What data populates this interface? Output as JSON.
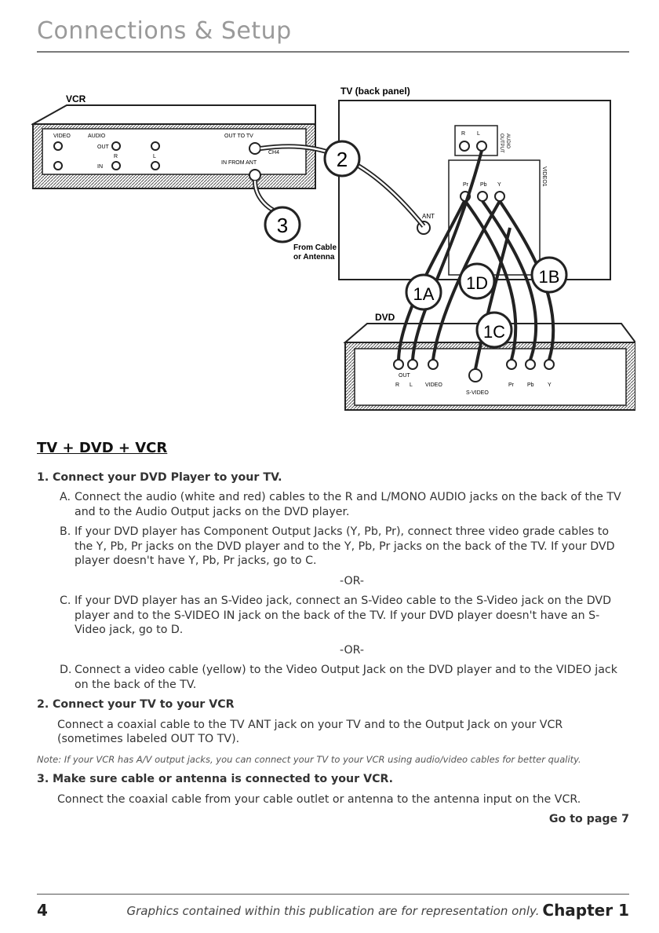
{
  "header": {
    "title": "Connections & Setup"
  },
  "diagram": {
    "vcr_label": "VCR",
    "tv_label": "TV (back panel)",
    "dvd_label": "DVD",
    "vcr_jacks": {
      "video": "VIDEO",
      "audio": "AUDIO",
      "out": "OUT",
      "in": "IN",
      "r": "R",
      "l": "L",
      "out_to_tv": "OUT TO TV",
      "in_from_ant": "IN FROM ANT",
      "ch4": "CH4"
    },
    "tv_jacks": {
      "r": "R",
      "l": "L",
      "audio": "AUDIO",
      "output": "OUTPUT",
      "pr": "Pr",
      "pb": "Pb",
      "y": "Y",
      "video1": "VIDEO1",
      "ant": "ANT"
    },
    "dvd_jacks": {
      "out": "OUT",
      "r": "R",
      "l": "L",
      "video": "VIDEO",
      "svideo": "S-VIDEO",
      "pr": "Pr",
      "pb": "Pb",
      "y": "Y"
    },
    "from_cable": "From Cable",
    "or_antenna": "or Antenna",
    "callouts": [
      "1A",
      "1B",
      "1C",
      "1D",
      "2",
      "3"
    ]
  },
  "section": {
    "title": "TV + DVD + VCR"
  },
  "steps": [
    {
      "number": "1.",
      "title": "Connect your DVD Player to your TV.",
      "items": [
        {
          "letter": "A.",
          "text": "Connect the audio (white and red) cables to the R and L/MONO AUDIO jacks on the back of the TV and to the Audio Output jacks on the DVD player."
        },
        {
          "letter": "B.",
          "text": "If your DVD player has Component Output Jacks (Y, Pb, Pr), connect three video grade cables to the Y, Pb, Pr jacks on the DVD player and to the Y, Pb, Pr jacks on the back of the TV. If your DVD player doesn't have Y, Pb, Pr jacks, go to C."
        },
        {
          "letter": "C.",
          "text": "If your DVD player has an S-Video jack, connect an S-Video cable to the S-Video jack on the DVD player and to the S-VIDEO IN jack on the back of the TV. If your DVD player doesn't have an S-Video jack, go to D."
        },
        {
          "letter": "D.",
          "text": "Connect a video cable (yellow) to the Video Output Jack on the DVD player and to the VIDEO jack on the back of the TV."
        }
      ]
    },
    {
      "number": "2.",
      "title": "Connect your TV to your VCR",
      "text": "Connect a coaxial cable to the TV ANT jack on your TV and to the Output Jack on your VCR (sometimes labeled OUT TO TV)."
    },
    {
      "number": "3.",
      "title": "Make sure cable or antenna is connected to your VCR.",
      "text": "Connect the coaxial cable from your cable outlet or antenna to the antenna input on the VCR."
    }
  ],
  "or_text": "-OR-",
  "note": "Note: If your VCR has A/V output jacks, you can connect your TV to your VCR using audio/video cables for better quality.",
  "goto": "Go to page 7",
  "footer": {
    "page": "4",
    "disclaimer": "Graphics contained within this publication are for representation only.",
    "chapter": "Chapter 1"
  }
}
